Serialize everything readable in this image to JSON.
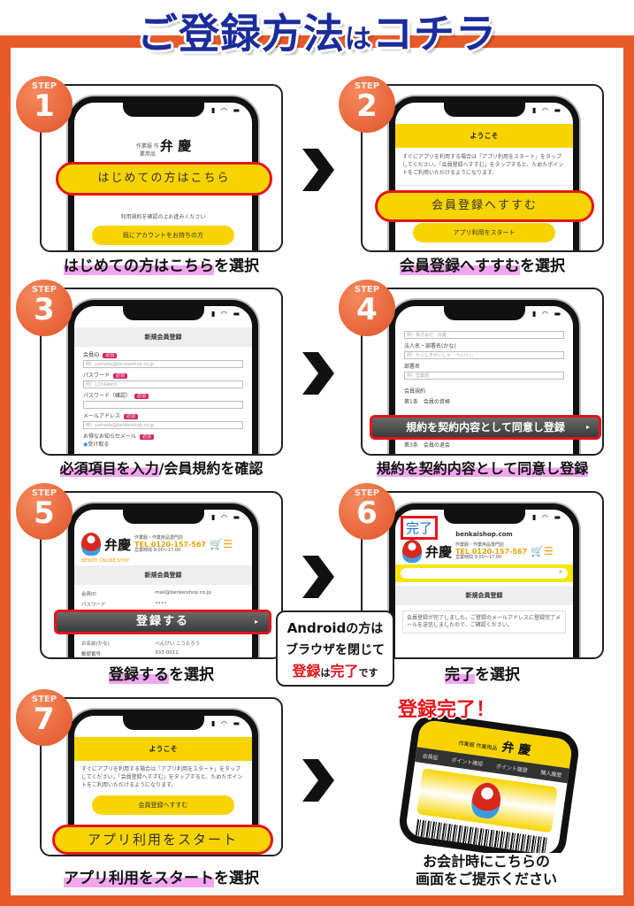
{
  "title": {
    "part1": "ご登録方法",
    "part2": "は",
    "part3": "コチラ"
  },
  "badge_word": "STEP",
  "colors": {
    "frame": "#e95a2b",
    "title": "#1b2c9c",
    "yellow": "#f7d400",
    "highlight_border": "#e5141b",
    "marker": "#f2a6f0"
  },
  "steps": [
    {
      "number": "1",
      "caption_mark": "はじめての方はこちら",
      "caption_rest": "を選択",
      "screen": {
        "logo_small": "作業服 作業用品",
        "logo": "弁 慶",
        "highlight_button": "はじめての方はこちら",
        "notice": "利用規約を確認の上お進みください",
        "button": "既にアカウントをお持ちの方"
      }
    },
    {
      "number": "2",
      "caption_mark": "会員登録へすすむ",
      "caption_rest": "を選択",
      "screen": {
        "header": "ようこそ",
        "body": "すぐにアプリを利用する場合は「アプリ利用をスタート」をタップしてください。「会員登録へすすむ」をタップすると、ためたポイントをご利用いただけるようになります。",
        "highlight_button": "会員登録へすすむ",
        "button": "アプリ利用をスタート"
      }
    },
    {
      "number": "3",
      "caption_mark": "必須項目を入力",
      "caption_rest": "/会員規約を確認",
      "screen": {
        "header": "新規会員登録",
        "required": "必須",
        "fields": [
          {
            "label": "会員ID",
            "placeholder": "例）yamada@benkeishop.co.jp"
          },
          {
            "label": "パスワード",
            "placeholder": "例）1234abcd"
          },
          {
            "label": "パスワード（確認）",
            "placeholder": ""
          },
          {
            "label": "メールアドレス",
            "placeholder": "例）yamada@benkeishop.co.jp"
          }
        ],
        "mail_label": "お得なお知らせメール",
        "radio": "受け取る"
      }
    },
    {
      "number": "4",
      "caption_mark": "規約を契約内容として同意し登録",
      "caption_rest": "",
      "screen": {
        "field1": "例）株式会社　弁慶",
        "label2": "法人名・部署名(かな)",
        "field2": "例）かぶしきがいしゃ　べんけい",
        "label3": "部署名",
        "field3": "例）営業部",
        "terms": "会員規約",
        "article1": "第1条　会員の資格",
        "highlight_button": "規約を契約内容として同意し登録",
        "article3": "第3条　会員の退会"
      }
    },
    {
      "number": "5",
      "caption_mark": "登録する",
      "caption_rest": "を選択",
      "screen": {
        "logo": "弁慶",
        "shop_desc": "作業服・作業用品専門店",
        "tel": "TEL 0120-157-567",
        "hours": "営業時間 9:00～17:00",
        "online": "BENKEI ONLINE SHOP",
        "header": "新規会員登録",
        "rows": [
          {
            "k": "会員ID",
            "v": "mail@benkeishop.co.jp"
          },
          {
            "k": "パスワード",
            "v": "••••"
          }
        ],
        "highlight_button": "登録する",
        "rows2": [
          {
            "k": "お名前(かな)",
            "v": "べんけい こうたろう"
          },
          {
            "k": "郵便番号",
            "v": "933-0011"
          }
        ]
      }
    },
    {
      "number": "6",
      "caption_mark": "完了",
      "caption_rest": "を選択",
      "screen": {
        "done": "完了",
        "url": "benkaishop.com",
        "logo": "弁慶",
        "shop_desc": "作業服・作業用品専門店",
        "tel": "TEL 0120-157-567",
        "hours": "営業時間 9:00～17:00",
        "header": "新規会員登録",
        "message": "会員登録が完了しました。ご登録のメールアドレスに登録完了メールを送信しましたので、ご確認ください。"
      }
    },
    {
      "number": "7",
      "caption_mark": "アプリ利用をスタート",
      "caption_rest": "を選択",
      "screen": {
        "header": "ようこそ",
        "body": "すぐにアプリを利用する場合は「アプリ利用をスタート」をタップしてください。「会員登録へすすむ」をタップすると、ためたポイントをご利用いただけるようになります。",
        "button": "会員登録へすすむ",
        "highlight_button": "アプリ利用をスタート"
      }
    }
  ],
  "android_note": {
    "a": "Android",
    "b": "の方は",
    "c": "ブラウザを閉じて",
    "d": "登録",
    "e": "は",
    "f": "完了",
    "g": "です"
  },
  "final": {
    "headline": "登録完了！",
    "logo_small": "作業服 作業用品",
    "logo": "弁 慶",
    "nav": [
      "会員証",
      "ポイント確認",
      "ポイント履歴",
      "購入履歴"
    ],
    "caption1": "お会計時にこちらの",
    "caption2": "画面をご提示ください"
  }
}
